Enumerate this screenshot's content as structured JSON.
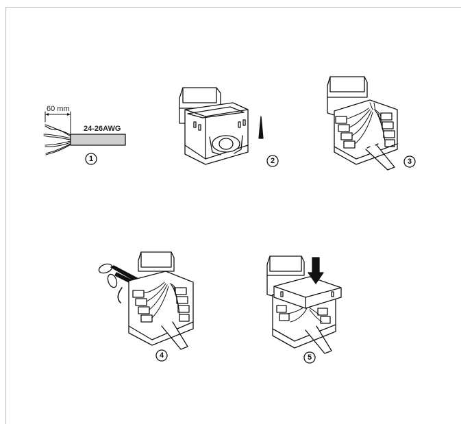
{
  "cable": {
    "strip_length_label": "60 mm",
    "gauge_label": "24-26AWG"
  },
  "steps": [
    {
      "number": "1"
    },
    {
      "number": "2"
    },
    {
      "number": "3"
    },
    {
      "number": "4"
    },
    {
      "number": "5"
    }
  ],
  "colors": {
    "line": "#111111",
    "frame": "#b8b8b8",
    "cable_fill": "#cfcfcf"
  }
}
